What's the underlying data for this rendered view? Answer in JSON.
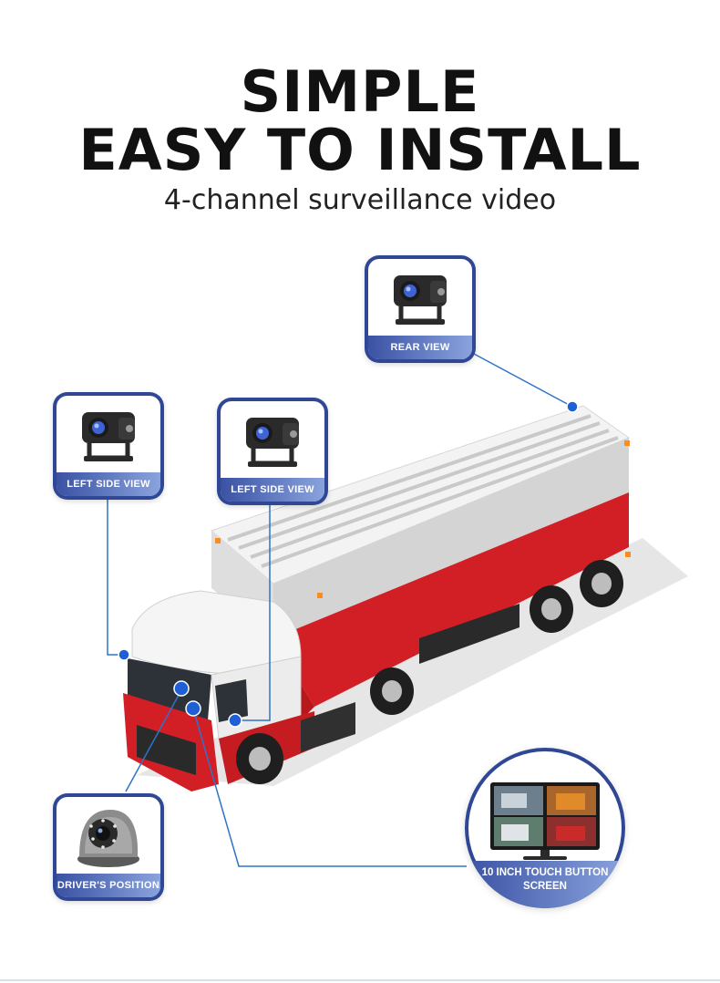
{
  "headline": {
    "line1": "SIMPLE",
    "line2": "EASY TO INSTALL",
    "subtitle": "4-channel surveillance video"
  },
  "cameras": {
    "rear": {
      "label": "REAR VIEW",
      "icon": "box-camera-icon"
    },
    "left_side_1": {
      "label": "LEFT SIDE VIEW",
      "icon": "box-camera-icon"
    },
    "left_side_2": {
      "label": "LEFT SIDE VIEW",
      "icon": "box-camera-icon"
    },
    "driver": {
      "label": "DRIVER'S POSITION",
      "icon": "dome-camera-icon"
    }
  },
  "monitor": {
    "label": "10 INCH TOUCH BUTTON SCREEN",
    "icon": "monitor-icon"
  },
  "colors": {
    "accent_blue": "#2f4795",
    "connector_blue": "#2e73c9",
    "truck_red": "#d21f26",
    "truck_white": "#f1f1f1"
  }
}
